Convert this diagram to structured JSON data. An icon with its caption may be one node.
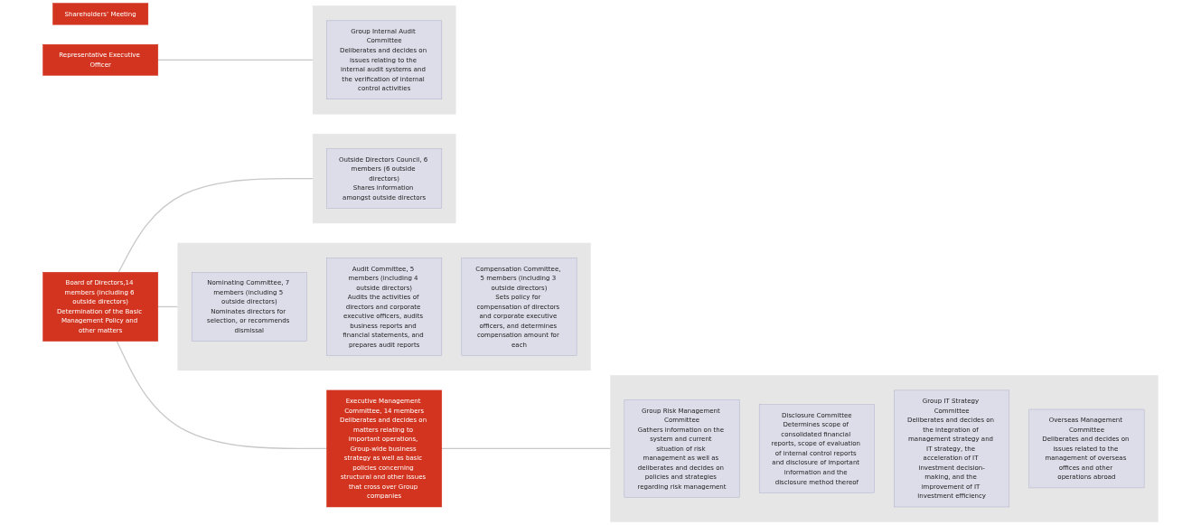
{
  "diagram": {
    "nodes": [
      {
        "text": [
          "Shareholders’ Meeting"
        ]
      },
      {
        "text": [
          "Board of Directors,14 members (including 6 outside directors)",
          "Determination of the Basic Management Policy and other matters"
        ]
      },
      {
        "text": [],
        "shape": "box"
      },
      {
        "text": [
          "Nominating Committee, 7 members (including 5 outside directors)",
          "Nominates directors for selection, or recommends dismissal"
        ],
        "in": 2
      },
      {
        "text": [
          "Audit Committee, 5 members (including 4 outside directors)",
          "Audits the activities of directors and corporate executive officers, audits business reports and financial statements, and prepares audit reports"
        ],
        "in": 2
      },
      {
        "text": [
          "Compensation Committee, 5 members (including 3 outside directors)",
          "Sets policy for compensation of directors and corporate executive officers, and determines compensation amount for each"
        ],
        "in": 2
      },
      {
        "text": [],
        "shape": "box"
      },
      {
        "text": [
          "Outside Directors Council, 6 members (6 outside directors)",
          "Shares information amongst outside directors"
        ],
        "in": 6
      },
      {
        "text": [
          "Executive Management Committee, 14 members",
          "Deliberates and decides on matters relating to important operations, Group-wide business strategy as well as basic policies concerning structural and other issues that cross over Group companies"
        ]
      },
      {
        "text": [],
        "shape": "box"
      },
      {
        "text": [
          "Group Risk Management Committee",
          "Gathers information on the system and current situation of risk management as well as deliberates and decides on policies and strategies regarding risk management"
        ],
        "in": 9
      },
      {
        "text": [
          "Disclosure Committee",
          "Determines scope of consolidated financial reports, scope of evaluation of internal control reports and disclosure of important information and the disclosure method thereof"
        ],
        "in": 9
      },
      {
        "text": [
          "Group IT Strategy Committee",
          "Deliberates and decides on the integration of management strategy and IT strategy, the acceleration of IT investment decision-making, and the improvement of IT investment efficiency"
        ],
        "in": 9
      },
      {
        "text": [
          "Overseas Management Committee",
          "Deliberates and decides on issues related to the management of overseas offices and other operations abroad"
        ],
        "in": 9
      },
      {
        "text": [
          "Representative Executive Officer"
        ]
      },
      {
        "text": [],
        "shape": "box"
      },
      {
        "text": [
          "Group Internal Audit Committee",
          "Deliberates and decides on issues relating to the internal audit systems and the verification of internal control activities"
        ],
        "in": 15
      }
    ],
    "edges": [
      {
        "from": 1,
        "to": 2,
        "arrow": "none"
      },
      {
        "from": 1,
        "to": 6,
        "arrow": "none"
      },
      {
        "from": 1,
        "to": 8,
        "arrow": "none"
      },
      {
        "from": 8,
        "to": 9,
        "arrow": "none"
      },
      {
        "from": 14,
        "to": 15,
        "arrow": "none"
      }
    ]
  }
}
